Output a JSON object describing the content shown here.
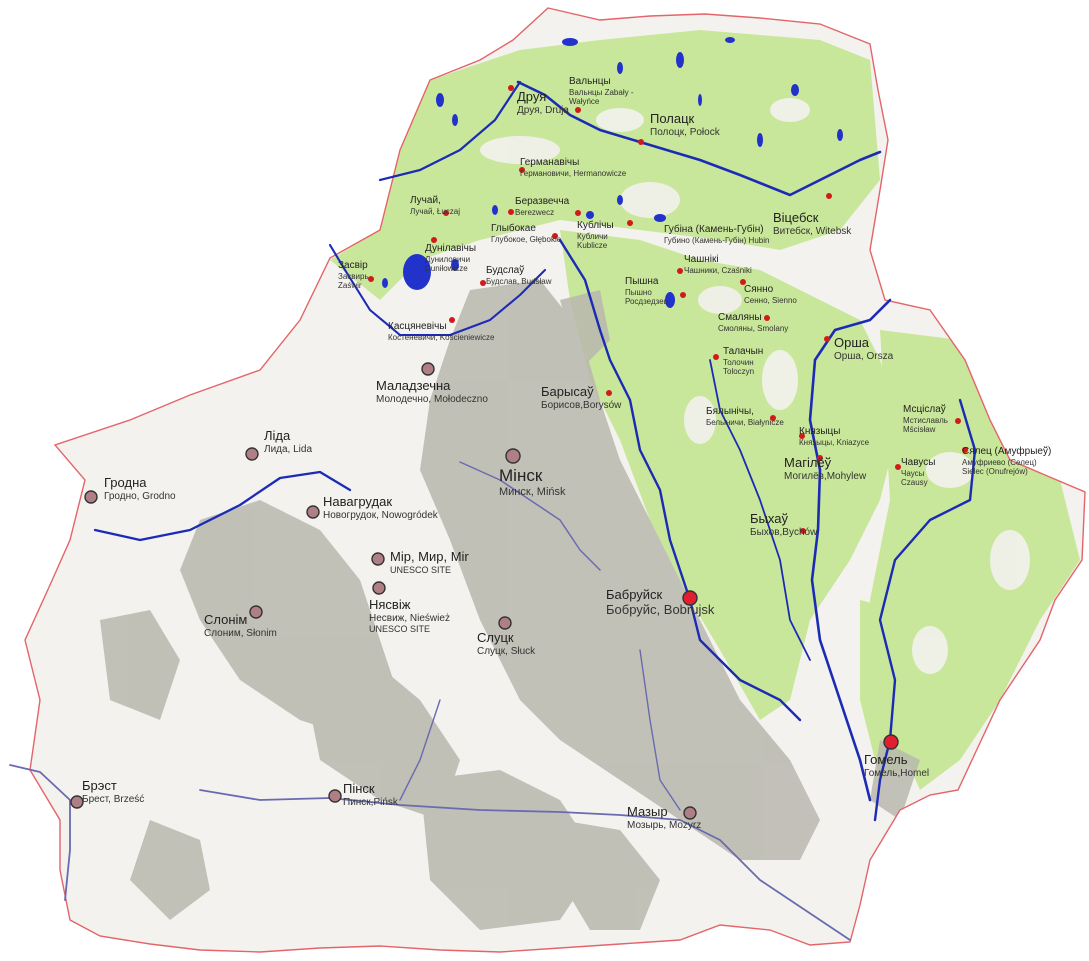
{
  "colors": {
    "background": "#ffffff",
    "country_fill": "#f3f2ee",
    "country_border": "#e4646a",
    "forest": "#c9e79a",
    "upland": "#b9b8ae",
    "water": "#2233cc",
    "river": "#1c2bb5",
    "river_minor": "#6a6ab0",
    "city_major_fill": "#b07f86",
    "city_small_fill": "#d11a1a",
    "city_regional_fill": "#e02030"
  },
  "places": [
    {
      "id": "druya",
      "name": "Друя",
      "sub": "Друя, Druja",
      "size": "mid",
      "marker": "small"
    },
    {
      "id": "valyntsy",
      "name": "Вальнцы",
      "sub": "Вальнцы Zabały - Wałyńce",
      "size": "sm",
      "marker": "small"
    },
    {
      "id": "polatsk",
      "name": "Полацк",
      "sub": "Полоцк, Połock",
      "size": "mid",
      "marker": "small"
    },
    {
      "id": "hermanavichy",
      "name": "Германавічы",
      "sub": "Германовичи, Hermanowicze",
      "size": "sm",
      "marker": "small"
    },
    {
      "id": "luchai",
      "name": "Лучай,",
      "sub": "Лучай, Łuczaj",
      "size": "sm",
      "marker": "small"
    },
    {
      "id": "berazvechcha",
      "name": "Беразвечча",
      "sub": "Berezwecz",
      "size": "sm",
      "marker": "small"
    },
    {
      "id": "hlybokae",
      "name": "Глыбокае",
      "sub": "Глубокое, Głębokie",
      "size": "sm",
      "marker": "small"
    },
    {
      "id": "kublichy",
      "name": "Кублічы",
      "sub": "Кубличи Kublicze",
      "size": "sm",
      "marker": "small"
    },
    {
      "id": "hubina",
      "name": "Губіна (Камень-Губін)",
      "sub": "Губино (Камень-Губін) Hubin",
      "size": "sm",
      "marker": "small"
    },
    {
      "id": "vitsebsk",
      "name": "Віцебск",
      "sub": "Витебск, Witebsk",
      "size": "mid",
      "marker": "small"
    },
    {
      "id": "dunilavichy",
      "name": "Дунілавічы",
      "sub": "Дуниловичи Duniłowicze",
      "size": "sm",
      "marker": "small"
    },
    {
      "id": "zasvir",
      "name": "Засвір",
      "sub": "Засвирь Zaświr",
      "size": "sm",
      "marker": "small"
    },
    {
      "id": "budslau",
      "name": "Будслаў",
      "sub": "Будслав, Budsław",
      "size": "sm",
      "marker": "small"
    },
    {
      "id": "chashniki",
      "name": "Чашнікі",
      "sub": "Чашники, Czaśniki",
      "size": "sm",
      "marker": "small"
    },
    {
      "id": "sianno",
      "name": "Сянно",
      "sub": "Сенно, Sienno",
      "size": "sm",
      "marker": "small"
    },
    {
      "id": "pyshna",
      "name": "Пышна",
      "sub": "Пышно Росдзедзец",
      "size": "sm",
      "marker": "small"
    },
    {
      "id": "smaliany",
      "name": "Смаляны",
      "sub": "Смоляны, Smolany",
      "size": "sm",
      "marker": "small"
    },
    {
      "id": "kastsianevichy",
      "name": "Касцяневічы",
      "sub": "Костеневичи, Kościeniewicze",
      "size": "sm",
      "marker": "small"
    },
    {
      "id": "talachyn",
      "name": "Талачын",
      "sub": "Толочин Toloczyn",
      "size": "sm",
      "marker": "small"
    },
    {
      "id": "orsha",
      "name": "Орша",
      "sub": "Орша, Orsza",
      "size": "mid",
      "marker": "small"
    },
    {
      "id": "maladzechna",
      "name": "Маладзечна",
      "sub": "Молодечно, Mołodeczno",
      "size": "mid",
      "marker": "major"
    },
    {
      "id": "barysau",
      "name": "Барысаў",
      "sub": "Борисов,Borysów",
      "size": "mid",
      "marker": "small"
    },
    {
      "id": "bialynichy",
      "name": "Бялынічы,",
      "sub": "Белыничи, Białynicze",
      "size": "sm",
      "marker": "small"
    },
    {
      "id": "mstsislau",
      "name": "Мсціслаў",
      "sub": "Мстиславль Mścisław",
      "size": "sm",
      "marker": "small"
    },
    {
      "id": "kniazhytsy",
      "name": "Князыцы",
      "sub": "Князыцы, Kniazyce",
      "size": "sm",
      "marker": "small"
    },
    {
      "id": "lida",
      "name": "Ліда",
      "sub": "Лида, Lida",
      "size": "mid",
      "marker": "major"
    },
    {
      "id": "minsk",
      "name": "Мінск",
      "sub": "Минск, Mińsk",
      "size": "big",
      "marker": "major"
    },
    {
      "id": "mahiliou",
      "name": "Магілёў",
      "sub": "Могилёв,Mohylew",
      "size": "mid",
      "marker": "small"
    },
    {
      "id": "chavusy",
      "name": "Чавусы",
      "sub": "Чаусы Czausy",
      "size": "sm",
      "marker": "small"
    },
    {
      "id": "sialets",
      "name": "Сялец (Амуфрыеў)",
      "sub": "Амуфриево (Селец) Sielec (Onufrejów)",
      "size": "sm",
      "marker": "small"
    },
    {
      "id": "hrodna",
      "name": "Гродна",
      "sub": "Гродно, Grodno",
      "size": "mid",
      "marker": "major"
    },
    {
      "id": "navahrudak",
      "name": "Навагрудак",
      "sub": "Новогрудок, Nowogródek",
      "size": "mid",
      "marker": "major"
    },
    {
      "id": "bykhau",
      "name": "Быхаў",
      "sub": "Быхов,Bychów",
      "size": "mid",
      "marker": "small"
    },
    {
      "id": "mir",
      "name": "Мір, Мир, Mir",
      "sub": "",
      "unesco": "UNESCO SITE",
      "size": "mid",
      "marker": "major"
    },
    {
      "id": "niasvizh",
      "name": "Нясвіж",
      "sub": "Несвиж, Nieśwież",
      "unesco": "UNESCO SITE",
      "size": "mid",
      "marker": "major"
    },
    {
      "id": "babruisk",
      "name": "Бабруйск",
      "sub": "Бобруйс, Bobrujsk",
      "size": "big",
      "marker": "regional"
    },
    {
      "id": "slonim",
      "name": "Слонім",
      "sub": "Слоним, Słonim",
      "size": "mid",
      "marker": "major"
    },
    {
      "id": "slutsk",
      "name": "Слуцк",
      "sub": "Слуцк, Słuck",
      "size": "mid",
      "marker": "major"
    },
    {
      "id": "homel",
      "name": "Гомель",
      "sub": "Гомель,Homel",
      "size": "mid",
      "marker": "regional"
    },
    {
      "id": "brest",
      "name": "Брэст",
      "sub": "Брест, Brześć",
      "size": "mid",
      "marker": "major"
    },
    {
      "id": "pinsk",
      "name": "Пінск",
      "sub": "Пинск,Pińsk",
      "size": "mid",
      "marker": "major"
    },
    {
      "id": "mazyr",
      "name": "Мазыр",
      "sub": "Мозырь, Mozyrz",
      "size": "mid",
      "marker": "major"
    }
  ]
}
